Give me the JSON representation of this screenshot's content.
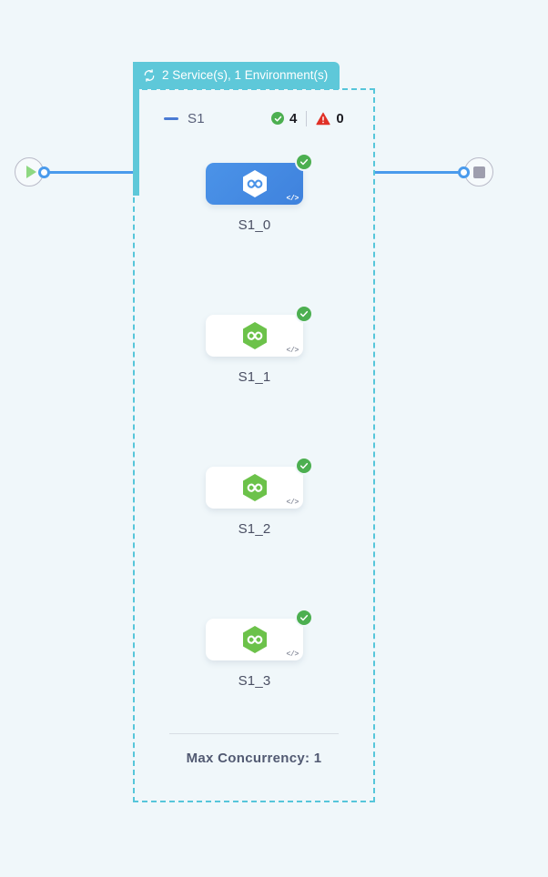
{
  "canvas": {
    "background_color": "#f0f7fa"
  },
  "start_node": {
    "name": "start",
    "icon": "play-icon",
    "icon_color": "#8ed882"
  },
  "end_node": {
    "name": "end",
    "icon": "stop-icon",
    "icon_color": "#9e9eae"
  },
  "edges": {
    "color": "#4a9bec",
    "port_color": "#4a9bec"
  },
  "group": {
    "header": {
      "icon": "refresh-cycle-icon",
      "label": "2 Service(s), 1 Environment(s)",
      "background_color": "#5ec8d9",
      "text_color": "#ffffff"
    },
    "border_color": "#56c6da",
    "border_style": "dashed"
  },
  "service": {
    "collapse_icon": "minus-icon",
    "name": "S1",
    "success": {
      "icon": "check-circle-icon",
      "count": "4",
      "color": "#4caf50"
    },
    "warning": {
      "icon": "warning-triangle-icon",
      "count": "0",
      "color": "#e03127"
    }
  },
  "nodes": [
    {
      "label": "S1_0",
      "selected": true,
      "status": "ok",
      "status_icon": "check-circle-icon",
      "type_icon": "hexagon-infinity-icon",
      "code_icon": "code-icon",
      "code_glyph": "</>",
      "card_color": "#4b93e8",
      "hex_color": "#ffffff"
    },
    {
      "label": "S1_1",
      "selected": false,
      "status": "ok",
      "status_icon": "check-circle-icon",
      "type_icon": "hexagon-infinity-icon",
      "code_icon": "code-icon",
      "code_glyph": "</>",
      "card_color": "#ffffff",
      "hex_color": "#6cc24a"
    },
    {
      "label": "S1_2",
      "selected": false,
      "status": "ok",
      "status_icon": "check-circle-icon",
      "type_icon": "hexagon-infinity-icon",
      "code_icon": "code-icon",
      "code_glyph": "</>",
      "card_color": "#ffffff",
      "hex_color": "#6cc24a"
    },
    {
      "label": "S1_3",
      "selected": false,
      "status": "ok",
      "status_icon": "check-circle-icon",
      "type_icon": "hexagon-infinity-icon",
      "code_icon": "code-icon",
      "code_glyph": "</>",
      "card_color": "#ffffff",
      "hex_color": "#6cc24a"
    }
  ],
  "footer": {
    "text": "Max Concurrency: 1"
  }
}
